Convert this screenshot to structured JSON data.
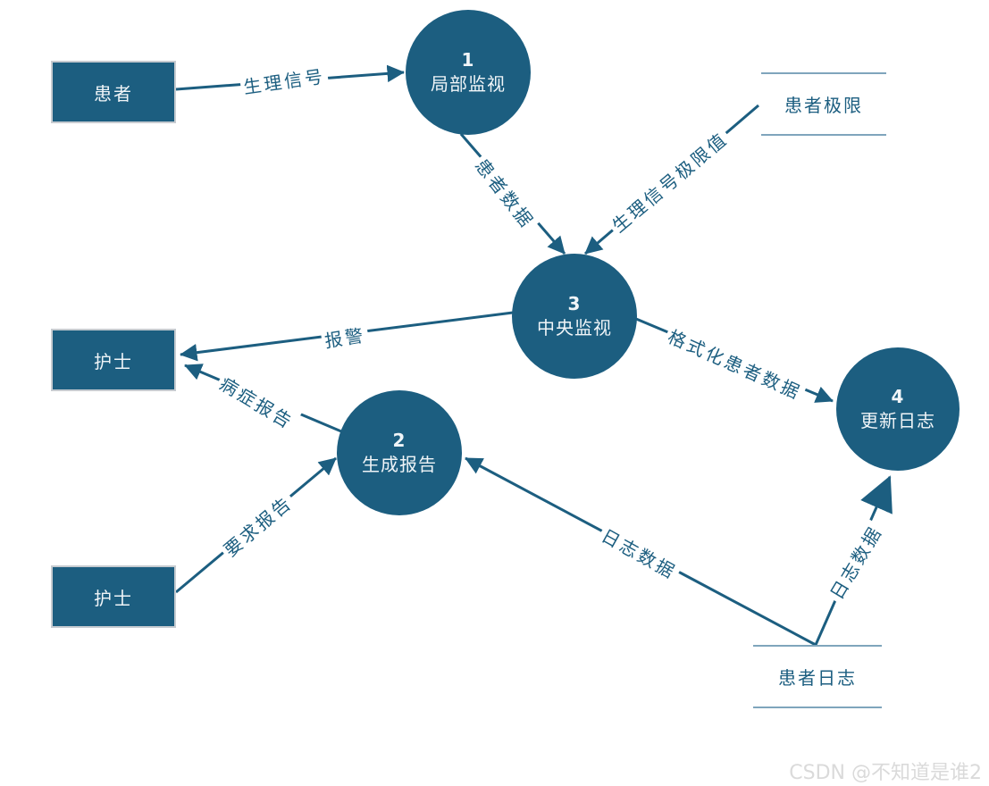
{
  "external_entities": {
    "patient": {
      "label": "患者"
    },
    "nurse_top": {
      "label": "护士"
    },
    "nurse_bottom": {
      "label": "护士"
    }
  },
  "processes": {
    "p1": {
      "number": "1",
      "label": "局部监视"
    },
    "p2": {
      "number": "2",
      "label": "生成报告"
    },
    "p3": {
      "number": "3",
      "label": "中央监视"
    },
    "p4": {
      "number": "4",
      "label": "更新日志"
    }
  },
  "data_stores": {
    "patient_limits": {
      "label": "患者极限"
    },
    "patient_log": {
      "label": "患者日志"
    }
  },
  "flows": {
    "physio_signal": {
      "label": "生理信号",
      "from": "患者",
      "to": "局部监视"
    },
    "patient_data": {
      "label": "患者数据",
      "from": "局部监视",
      "to": "中央监视"
    },
    "signal_limit_values": {
      "label": "生理信号极限值",
      "from": "患者极限",
      "to": "中央监视"
    },
    "alarm": {
      "label": "报警",
      "from": "中央监视",
      "to": "护士"
    },
    "formatted_patient_data": {
      "label": "格式化患者数据",
      "from": "中央监视",
      "to": "更新日志"
    },
    "symptom_report": {
      "label": "病症报告",
      "from": "生成报告",
      "to": "护士"
    },
    "request_report": {
      "label": "要求报告",
      "from": "护士",
      "to": "生成报告"
    },
    "log_data_to_report": {
      "label": "日志数据",
      "from": "患者日志",
      "to": "生成报告"
    },
    "log_data_to_update": {
      "label": "日志数据",
      "from": "患者日志",
      "to": "更新日志"
    }
  },
  "watermark": "CSDN @不知道是谁2",
  "colors": {
    "shape_fill": "#1C5E80",
    "flow_line": "#1C5E80",
    "store_rule": "#7FA5BC",
    "entity_border": "#C6CBD0",
    "label_text": "#1C5E80",
    "node_text": "#F0F5F8",
    "watermark_text": "#DADADA"
  }
}
